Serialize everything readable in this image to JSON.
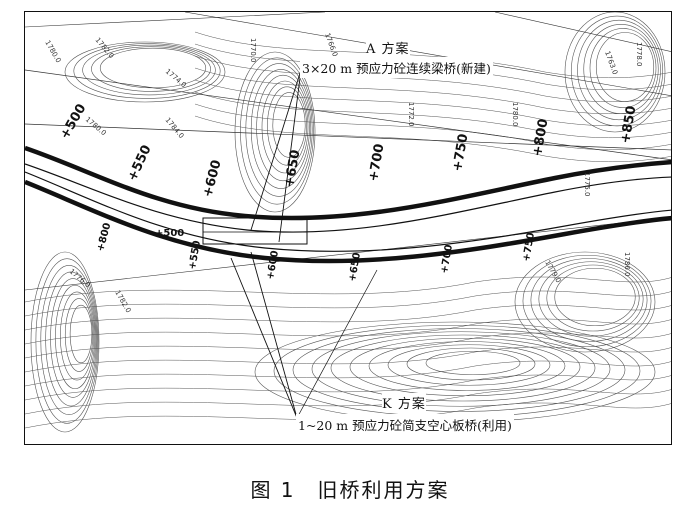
{
  "figure": {
    "caption": "图 1　旧桥利用方案"
  },
  "callouts": {
    "scheme_a_title": "A 方案",
    "scheme_a_desc": "3×20 m 预应力砼连续梁桥(新建)",
    "scheme_k_title": "K 方案",
    "scheme_k_desc": "1~20 m 预应力砼简支空心板桥(利用)"
  },
  "chainages_upper": [
    "+500",
    "+550",
    "+600",
    "+650",
    "+700",
    "+750",
    "+800",
    "+850"
  ],
  "chainages_lower": [
    "+500",
    "+550",
    "+600",
    "+650",
    "+700",
    "+750",
    "+800"
  ],
  "elevation_labels": [
    "1780.0",
    "1782.0",
    "1774.0",
    "1770.0",
    "1766.0",
    "1772.0",
    "1780.0",
    "1775.0",
    "1763.0",
    "1778.0",
    "1776.0",
    "1782.0",
    "1779.0",
    "1786.0",
    "1780.0",
    "1784.0"
  ],
  "colors": {
    "ink": "#111111",
    "contour": "#555555",
    "paper": "#ffffff"
  }
}
